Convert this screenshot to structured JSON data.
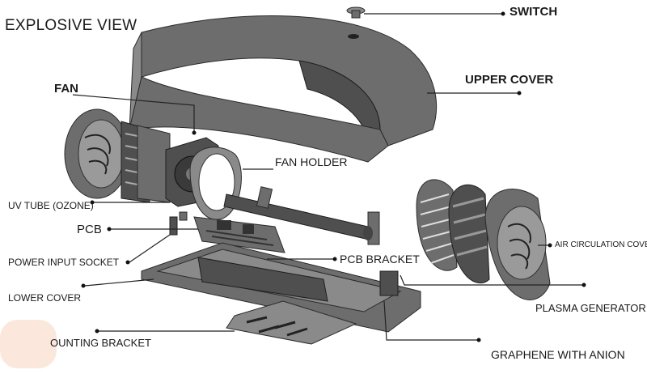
{
  "title": "EXPLOSIVE VIEW",
  "labels": {
    "switch": "SWITCH",
    "upper_cover": "UPPER COVER",
    "fan": "FAN",
    "fan_holder": "FAN HOLDER",
    "uv_tube": "UV TUBE (OZONE)",
    "pcb": "PCB",
    "power_input_socket": "POWER INPUT SOCKET",
    "pcb_bracket": "PCB BRACKET",
    "lower_cover": "LOWER COVER",
    "mounting_bracket": "OUNTING BRACKET",
    "air_circulation_cover": "AIR CIRCULATION COVER",
    "plasma_generator": "PLASMA GENERATOR",
    "graphene_with_anion": "GRAPHENE WITH ANION"
  },
  "colors": {
    "part_fill": "#6d6d6d",
    "part_dark": "#4f4f4f",
    "part_light": "#8a8a8a",
    "leader": "#222222",
    "corner_blob": "#fbe7dc"
  }
}
